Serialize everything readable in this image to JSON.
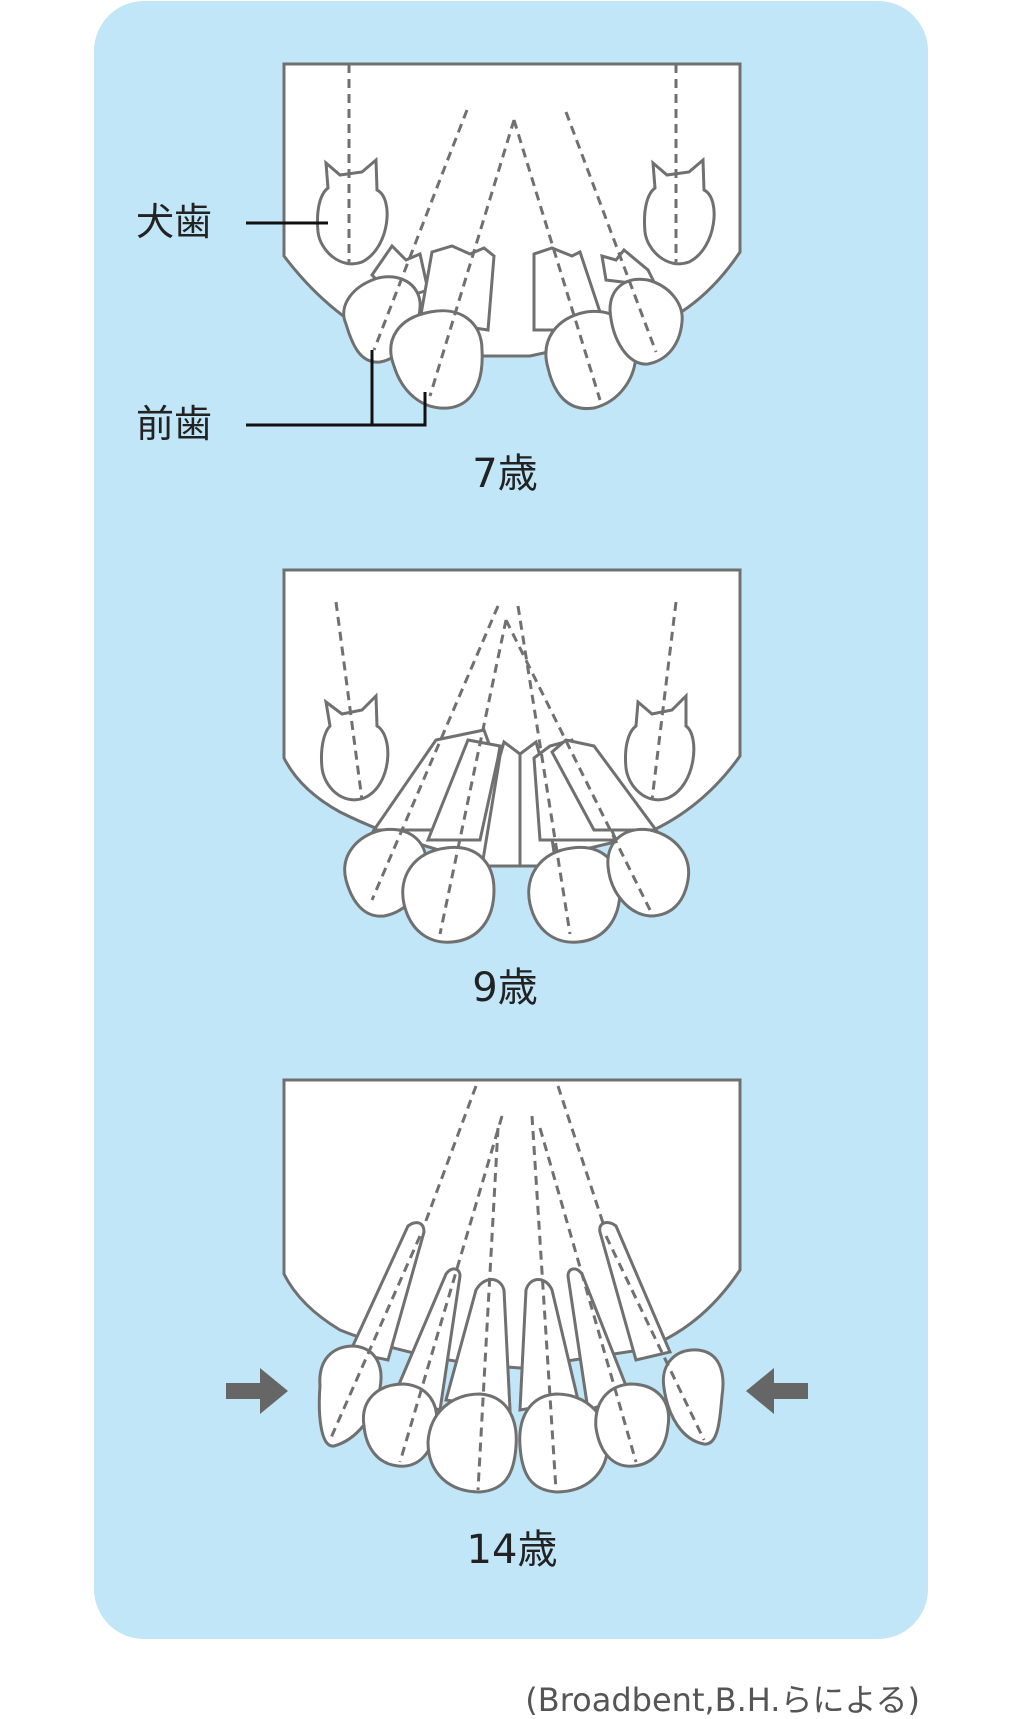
{
  "labels": {
    "canine": "犬歯",
    "incisor": "前歯"
  },
  "stages": [
    {
      "age": "7歳"
    },
    {
      "age": "9歳"
    },
    {
      "age": "14歳"
    }
  ],
  "source": "(Broadbent,B.H.らによる)",
  "colors": {
    "panel": "#c1e6f8",
    "outline": "#707070",
    "tooth_fill": "#ffffff",
    "label_line": "#111111",
    "arrow": "#666666"
  }
}
